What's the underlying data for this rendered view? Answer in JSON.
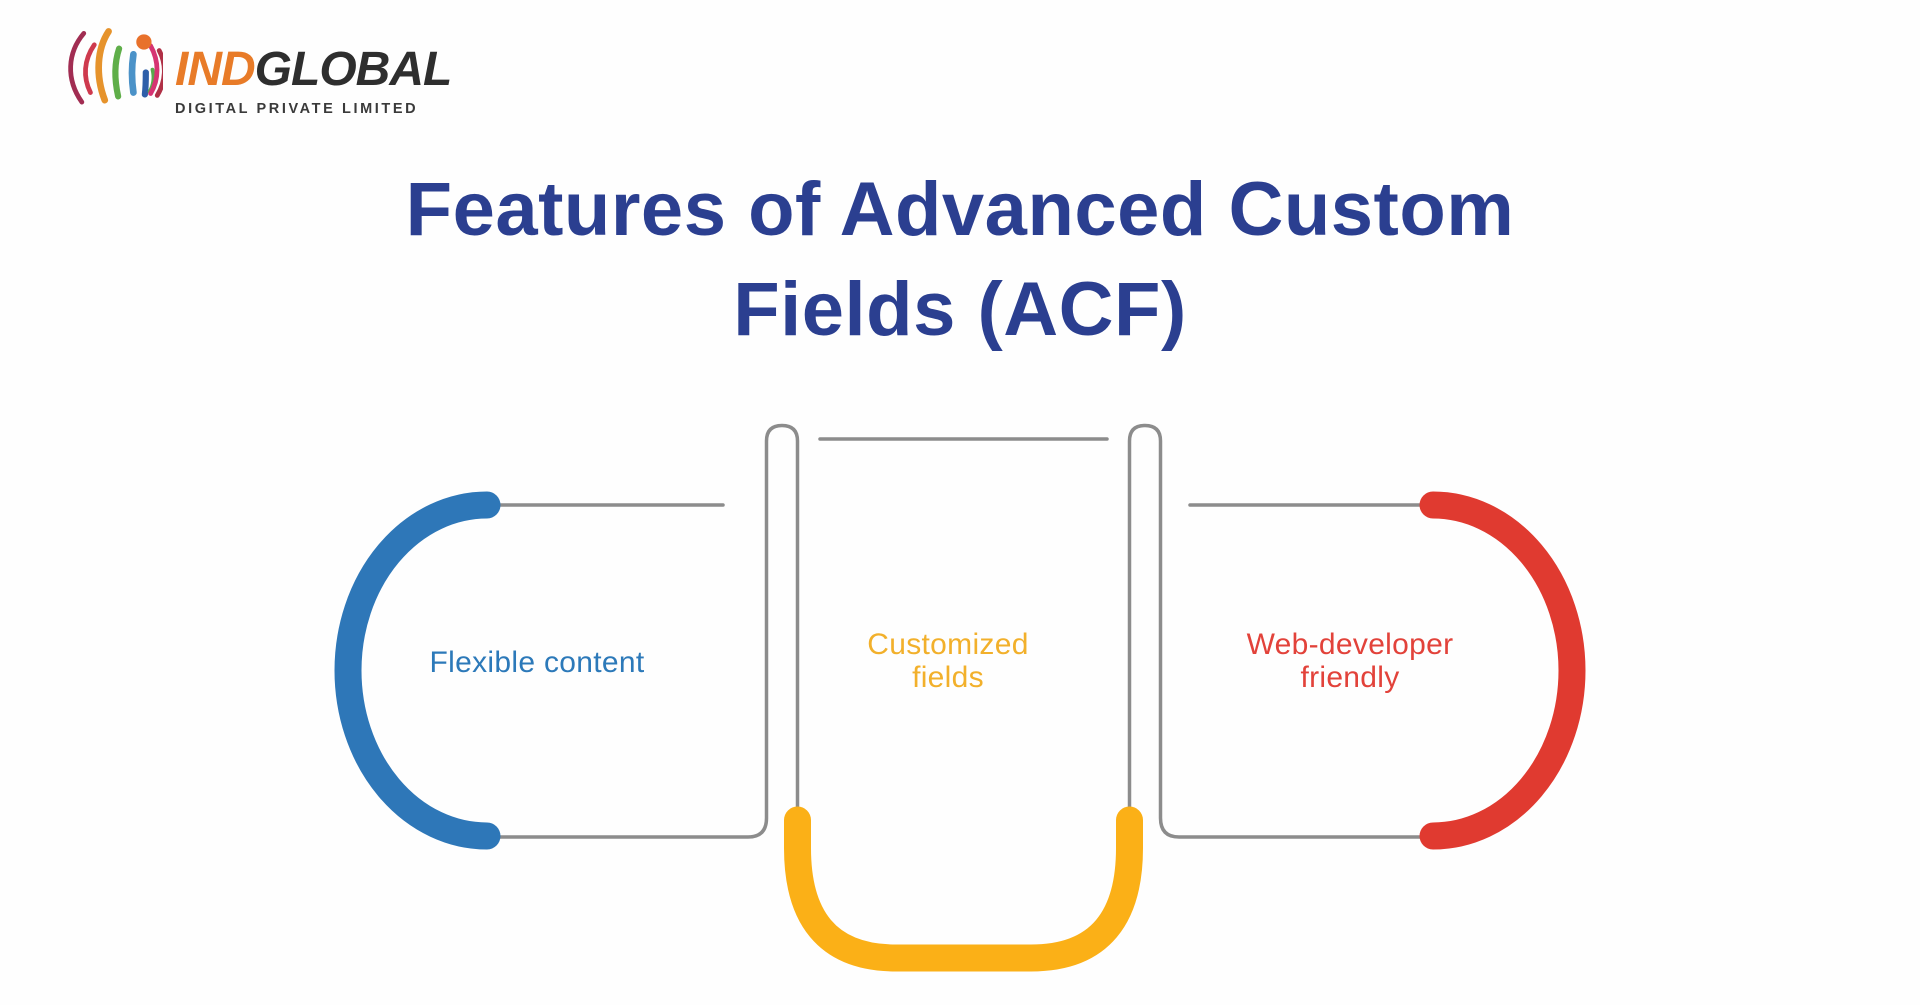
{
  "page": {
    "background": "#FEFEFE"
  },
  "brand": {
    "logo_icon": "indglobal-flower-logo",
    "name_part1": "IND",
    "name_part1_color": "#E87B28",
    "name_part2": "GLOBAL",
    "name_part2_color": "#2E2E2E",
    "tagline": "DIGITAL PRIVATE LIMITED",
    "tagline_color": "#3A3A3A"
  },
  "title": {
    "line1": "Features of Advanced Custom",
    "line2": "Fields (ACF)",
    "color": "#2B3F90"
  },
  "diagram": {
    "connector_color": "#8C8C8C",
    "features": [
      {
        "id": "flexible-content",
        "lines": [
          "Flexible content",
          ""
        ],
        "text_color": "#2C79B9",
        "arc_color": "#2E77B8",
        "arc_position": "left"
      },
      {
        "id": "customized-fields",
        "lines": [
          "Customized",
          "fields"
        ],
        "text_color": "#F2B02B",
        "arc_color": "#FBB017",
        "arc_position": "bottom-center"
      },
      {
        "id": "web-developer-friendly",
        "lines": [
          "Web-developer",
          "friendly"
        ],
        "text_color": "#E2423A",
        "arc_color": "#E03A30",
        "arc_position": "right"
      }
    ]
  }
}
